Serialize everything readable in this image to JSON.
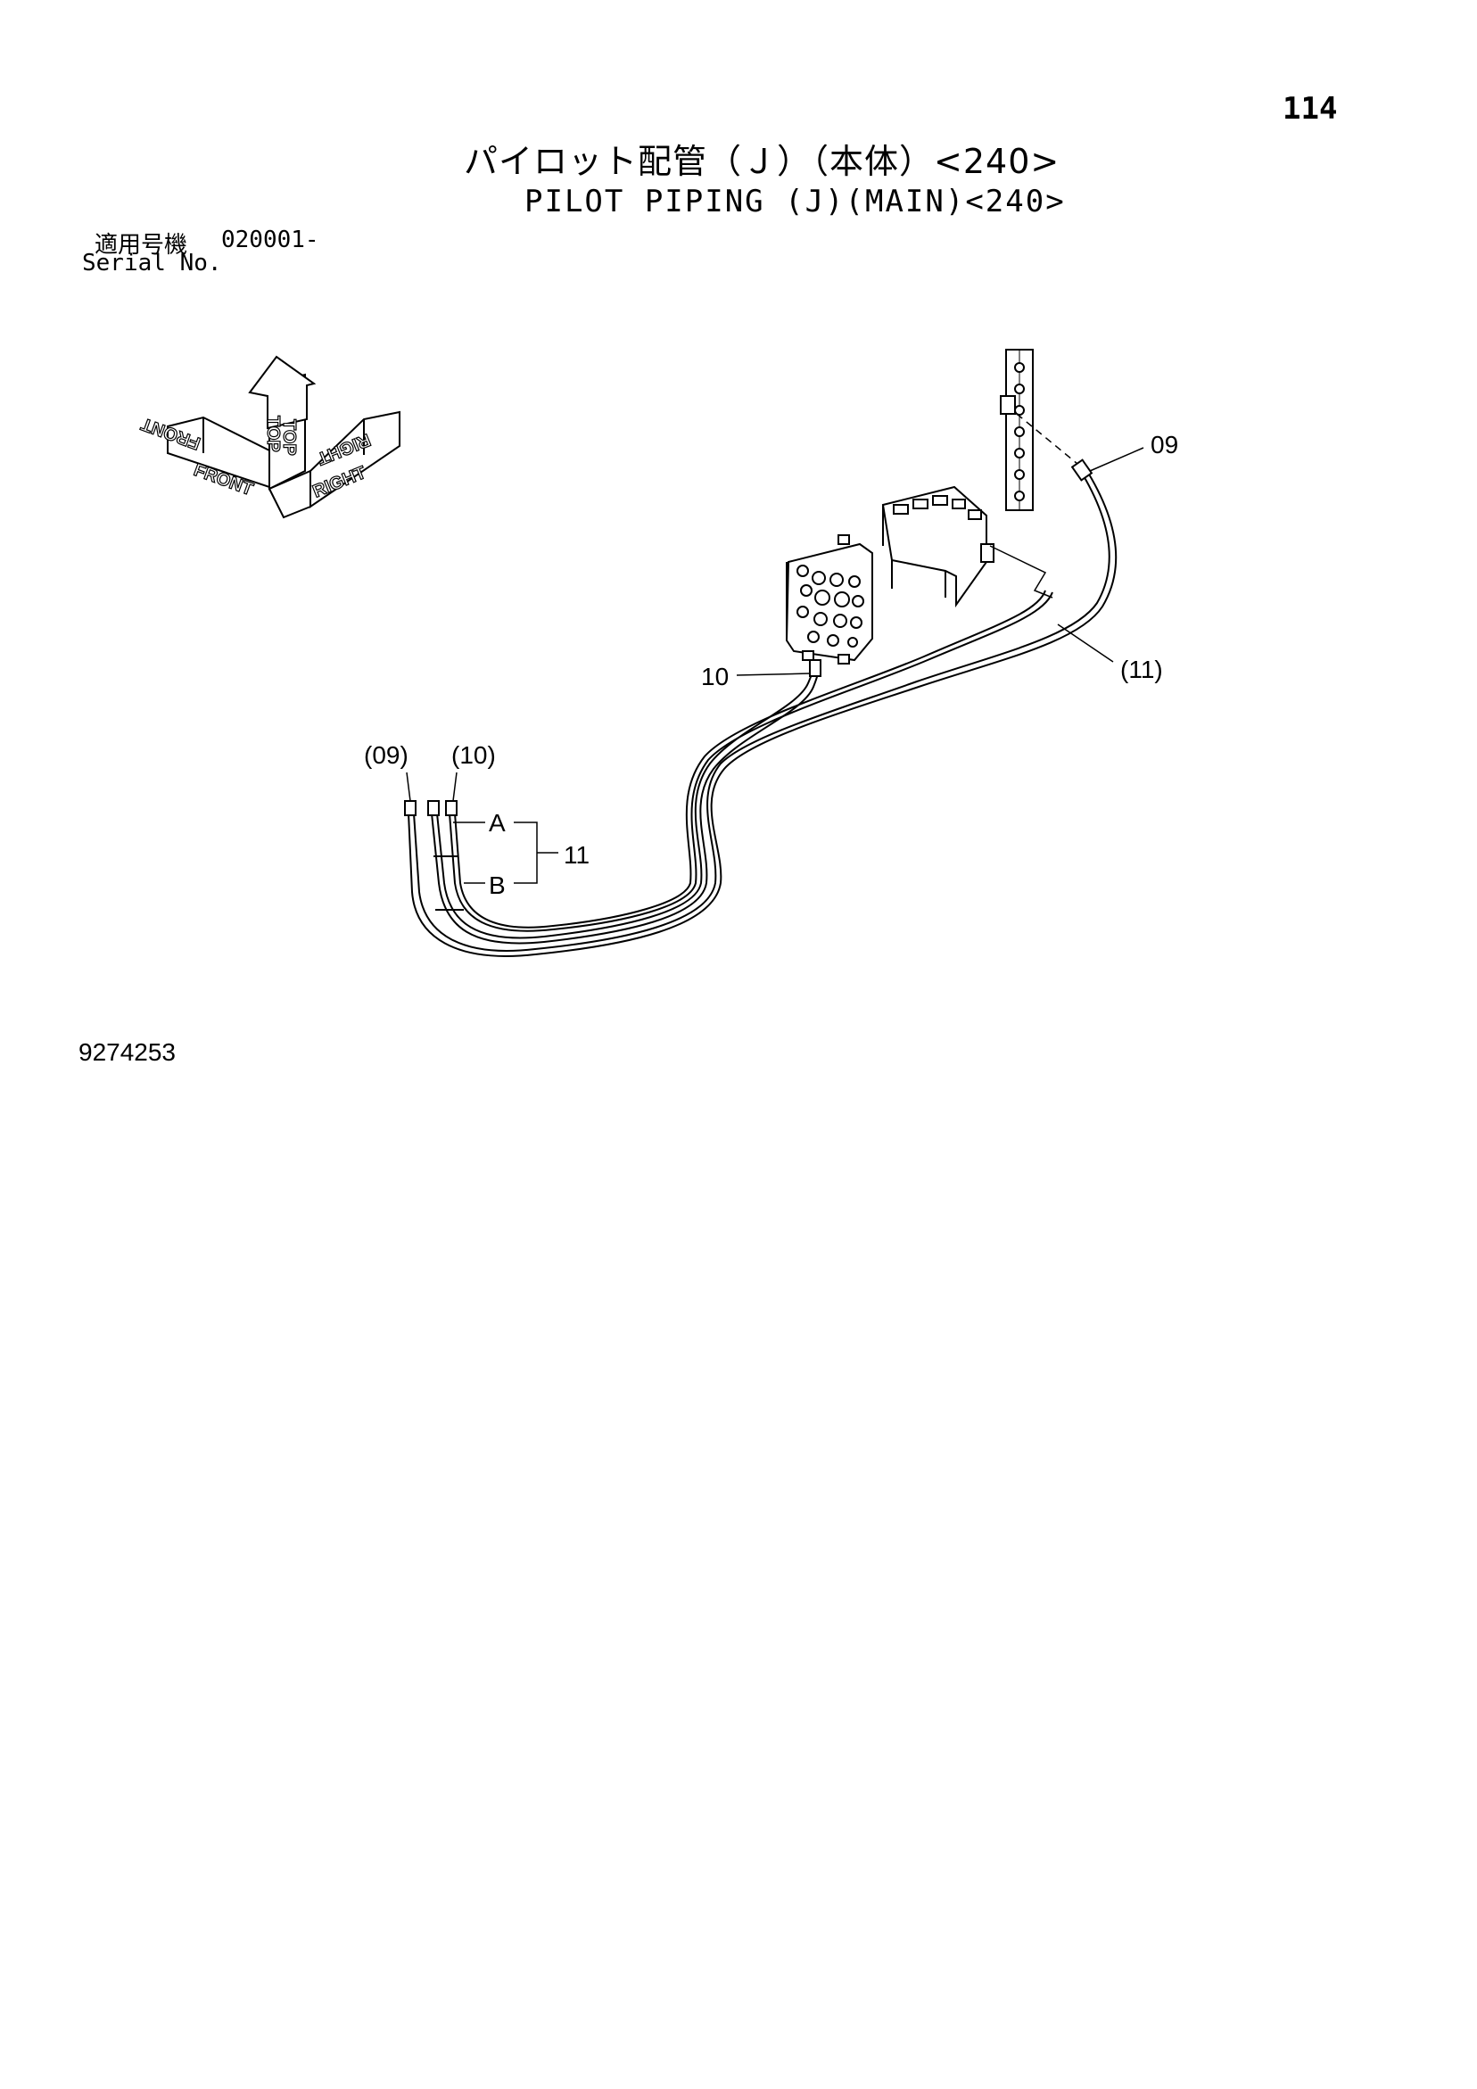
{
  "page_number": "114",
  "title_jp": "パイロット配管（Ｊ）（本体）<240>",
  "title_en": "PILOT PIPING (J)(MAIN)<240>",
  "serial": {
    "label_jp": "適用号機",
    "value": "020001-",
    "label_en": "Serial No."
  },
  "compass": {
    "front": "FRONT",
    "top": "TOP",
    "right": "RIGHT"
  },
  "callouts": {
    "c09": "09",
    "c10": "10",
    "c11_paren": "(11)",
    "c09_paren": "(09)",
    "c10_paren": "(10)",
    "a": "A",
    "b": "B",
    "c11": "11"
  },
  "drawing_number": "9274253"
}
